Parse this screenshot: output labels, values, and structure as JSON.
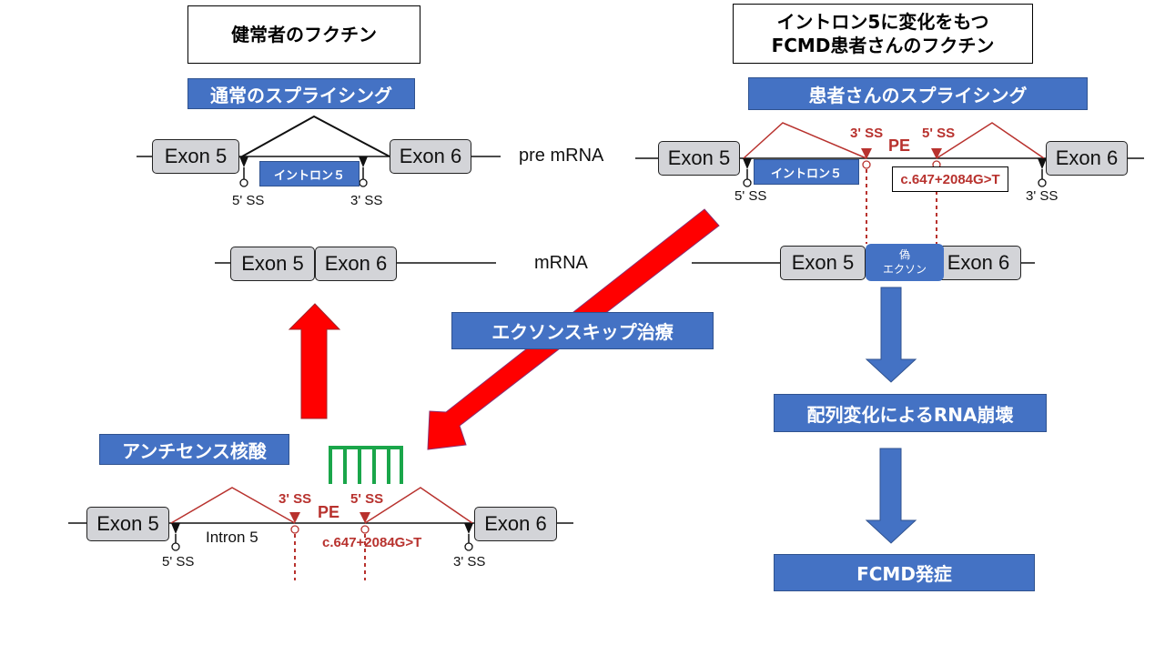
{
  "healthy": {
    "title": "健常者のフクチン",
    "splicing_label": "通常のスプライシング",
    "exon5": "Exon 5",
    "exon6": "Exon 6",
    "intron_label": "イントロン５",
    "ss5": "5' SS",
    "ss3": "3' SS",
    "pre_mrna_label": "pre mRNA",
    "mrna_label": "mRNA",
    "mrna_exon5": "Exon 5",
    "mrna_exon6": "Exon 6"
  },
  "patient": {
    "title_line1": "イントロン5に変化をもつ",
    "title_line2": "FCMD患者さんのフクチン",
    "splicing_label": "患者さんのスプライシング",
    "exon5": "Exon 5",
    "exon6": "Exon 6",
    "intron_label": "イントロン５",
    "ss5": "5' SS",
    "ss3": "3' SS",
    "pe_ss3": "3' SS",
    "pe_ss5": "5' SS",
    "pe": "PE",
    "mutation": "c.647+2084G>T",
    "mrna_exon5": "Exon 5",
    "pseudo_exon_line1": "偽",
    "pseudo_exon_line2": "エクソン",
    "mrna_exon6": "Exon 6",
    "outcome1": "配列変化によるRNA崩壊",
    "outcome2": "FCMD発症"
  },
  "therapy": {
    "label": "エクソンスキップ治療",
    "aso_label": "アンチセンス核酸",
    "exon5": "Exon 5",
    "exon6": "Exon 6",
    "intron": "Intron 5",
    "ss5": "5' SS",
    "ss3": "3' SS",
    "pe_ss3": "3' SS",
    "pe_ss5": "5' SS",
    "pe": "PE",
    "mutation": "c.647+2084G>T"
  },
  "colors": {
    "label_blue": "#4472c4",
    "splice_red": "#b8322e",
    "arrow_red": "#ff0000",
    "aso_green": "#1aa64a",
    "exon_gray": "#d3d4d8"
  }
}
